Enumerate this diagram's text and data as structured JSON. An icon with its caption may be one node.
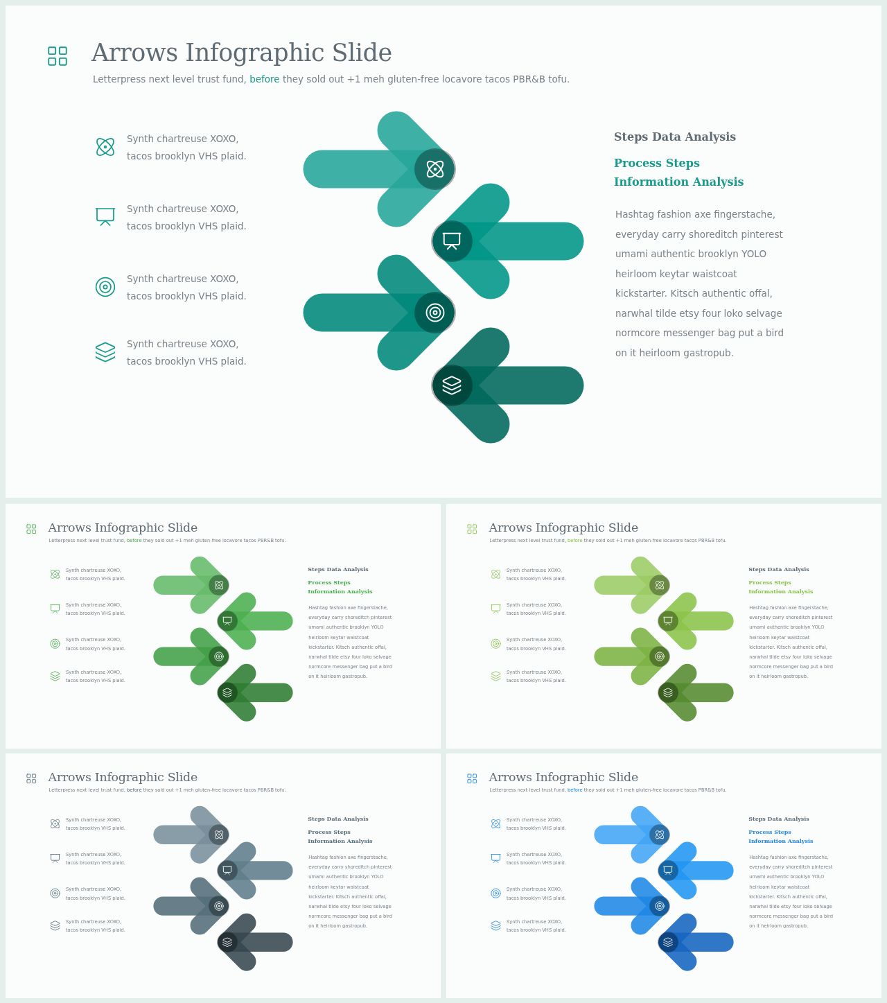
{
  "diagram": {
    "labels": [
      "Arrows Infographic Slide",
      "Letterpress next level trust fund,",
      "before",
      "they sold out +1 meh gluten-free locavore tacos PBR&B tofu.",
      "Synth chartreuse XOXO, tacos brooklyn VHS plaid.",
      "Synth chartreuse XOXO, tacos brooklyn VHS plaid.",
      "Synth chartreuse XOXO, tacos brooklyn VHS plaid.",
      "Synth chartreuse XOXO, tacos brooklyn VHS plaid.",
      "Steps Data Analysis",
      "Process Steps Information Analysis",
      "Hashtag fashion axe fingerstache, everyday carry shoreditch pinterest umami authentic brooklyn YOLO heirloom  keytar waistcoat kickstarter. Kitsch authentic offal, narwhal tilde etsy four loko selvage normcore messenger bag put a bird on it heirloom  gastropub.",
      "Arrows Infographic Slide",
      "Letterpress next level trust fund,",
      "before",
      "they sold out +1 meh gluten-free locavore tacos PBR&B tofu.",
      "Synth chartreuse XOXO, tacos brooklyn VHS plaid.",
      "Synth chartreuse XOXO, tacos brooklyn VHS plaid.",
      "Synth chartreuse XOXO, tacos brooklyn VHS plaid.",
      "Synth chartreuse XOXO, tacos brooklyn VHS plaid.",
      "Steps Data Analysis",
      "Process Steps Information Analysis",
      "Hashtag fashion axe fingerstache, everyday carry shoreditch pinterest umami authentic brooklyn YOLO heirloom  keytar waistcoat kickstarter. Kitsch authentic offal, narwhal tilde etsy four loko selvage normcore messenger bag put a bird on it heirloom  gastropub.",
      "Arrows Infographic Slide",
      "Letterpress next level trust fund,",
      "before",
      "they sold out +1 meh gluten-free locavore tacos PBR&B tofu.",
      "Synth chartreuse XOXO, tacos brooklyn VHS plaid.",
      "Synth chartreuse XOXO, tacos brooklyn VHS plaid.",
      "Synth chartreuse XOXO, tacos brooklyn VHS plaid.",
      "Synth chartreuse XOXO, tacos brooklyn VHS plaid.",
      "Steps Data Analysis",
      "Process Steps Information Analysis",
      "Hashtag fashion axe fingerstache, everyday carry shoreditch pinterest umami authentic brooklyn YOLO heirloom  keytar waistcoat kickstarter. Kitsch authentic offal, narwhal tilde etsy four loko selvage normcore messenger bag put a bird on it heirloom  gastropub.",
      "Arrows Infographic Slide",
      "Letterpress next level trust fund,",
      "before",
      "they sold out +1 meh gluten-free locavore tacos PBR&B tofu.",
      "Synth chartreuse XOXO, tacos brooklyn VHS plaid.",
      "Synth chartreuse XOXO, tacos brooklyn VHS plaid.",
      "Synth chartreuse XOXO, tacos brooklyn VHS plaid.",
      "Synth chartreuse XOXO, tacos brooklyn VHS plaid.",
      "Steps Data Analysis",
      "Process Steps Information Analysis",
      "Hashtag fashion axe fingerstache, everyday carry shoreditch pinterest umami authentic brooklyn YOLO heirloom  keytar waistcoat kickstarter. Kitsch authentic offal, narwhal tilde etsy four loko selvage normcore messenger bag put a bird on it heirloom  gastropub.",
      "Arrows Infographic Slide",
      "Letterpress next level trust fund,",
      "before",
      "they sold out +1 meh gluten-free locavore tacos PBR&B tofu.",
      "Synth chartreuse XOXO, tacos brooklyn VHS plaid.",
      "Synth chartreuse XOXO, tacos brooklyn VHS plaid.",
      "Synth chartreuse XOXO, tacos brooklyn VHS plaid.",
      "Synth chartreuse XOXO, tacos brooklyn VHS plaid.",
      "Steps Data Analysis",
      "Process Steps Information Analysis",
      "Hashtag fashion axe fingerstache, everyday carry shoreditch pinterest umami authentic brooklyn YOLO heirloom  keytar waistcoat kickstarter. Kitsch authentic offal, narwhal tilde etsy four loko selvage normcore messenger bag put a bird on it heirloom  gastropub."
    ]
  }
}
